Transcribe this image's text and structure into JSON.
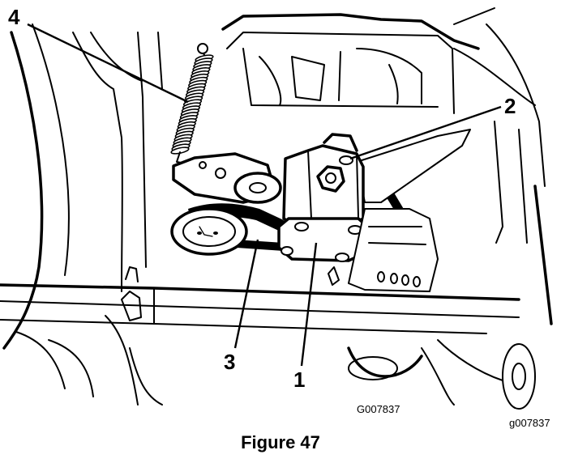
{
  "callouts": [
    {
      "id": "1",
      "text": "1"
    },
    {
      "id": "2",
      "text": "2"
    },
    {
      "id": "3",
      "text": "3"
    },
    {
      "id": "4",
      "text": "4"
    }
  ],
  "drawing_code": "G007837",
  "corner_code": "g007837",
  "caption": "Figure 47"
}
